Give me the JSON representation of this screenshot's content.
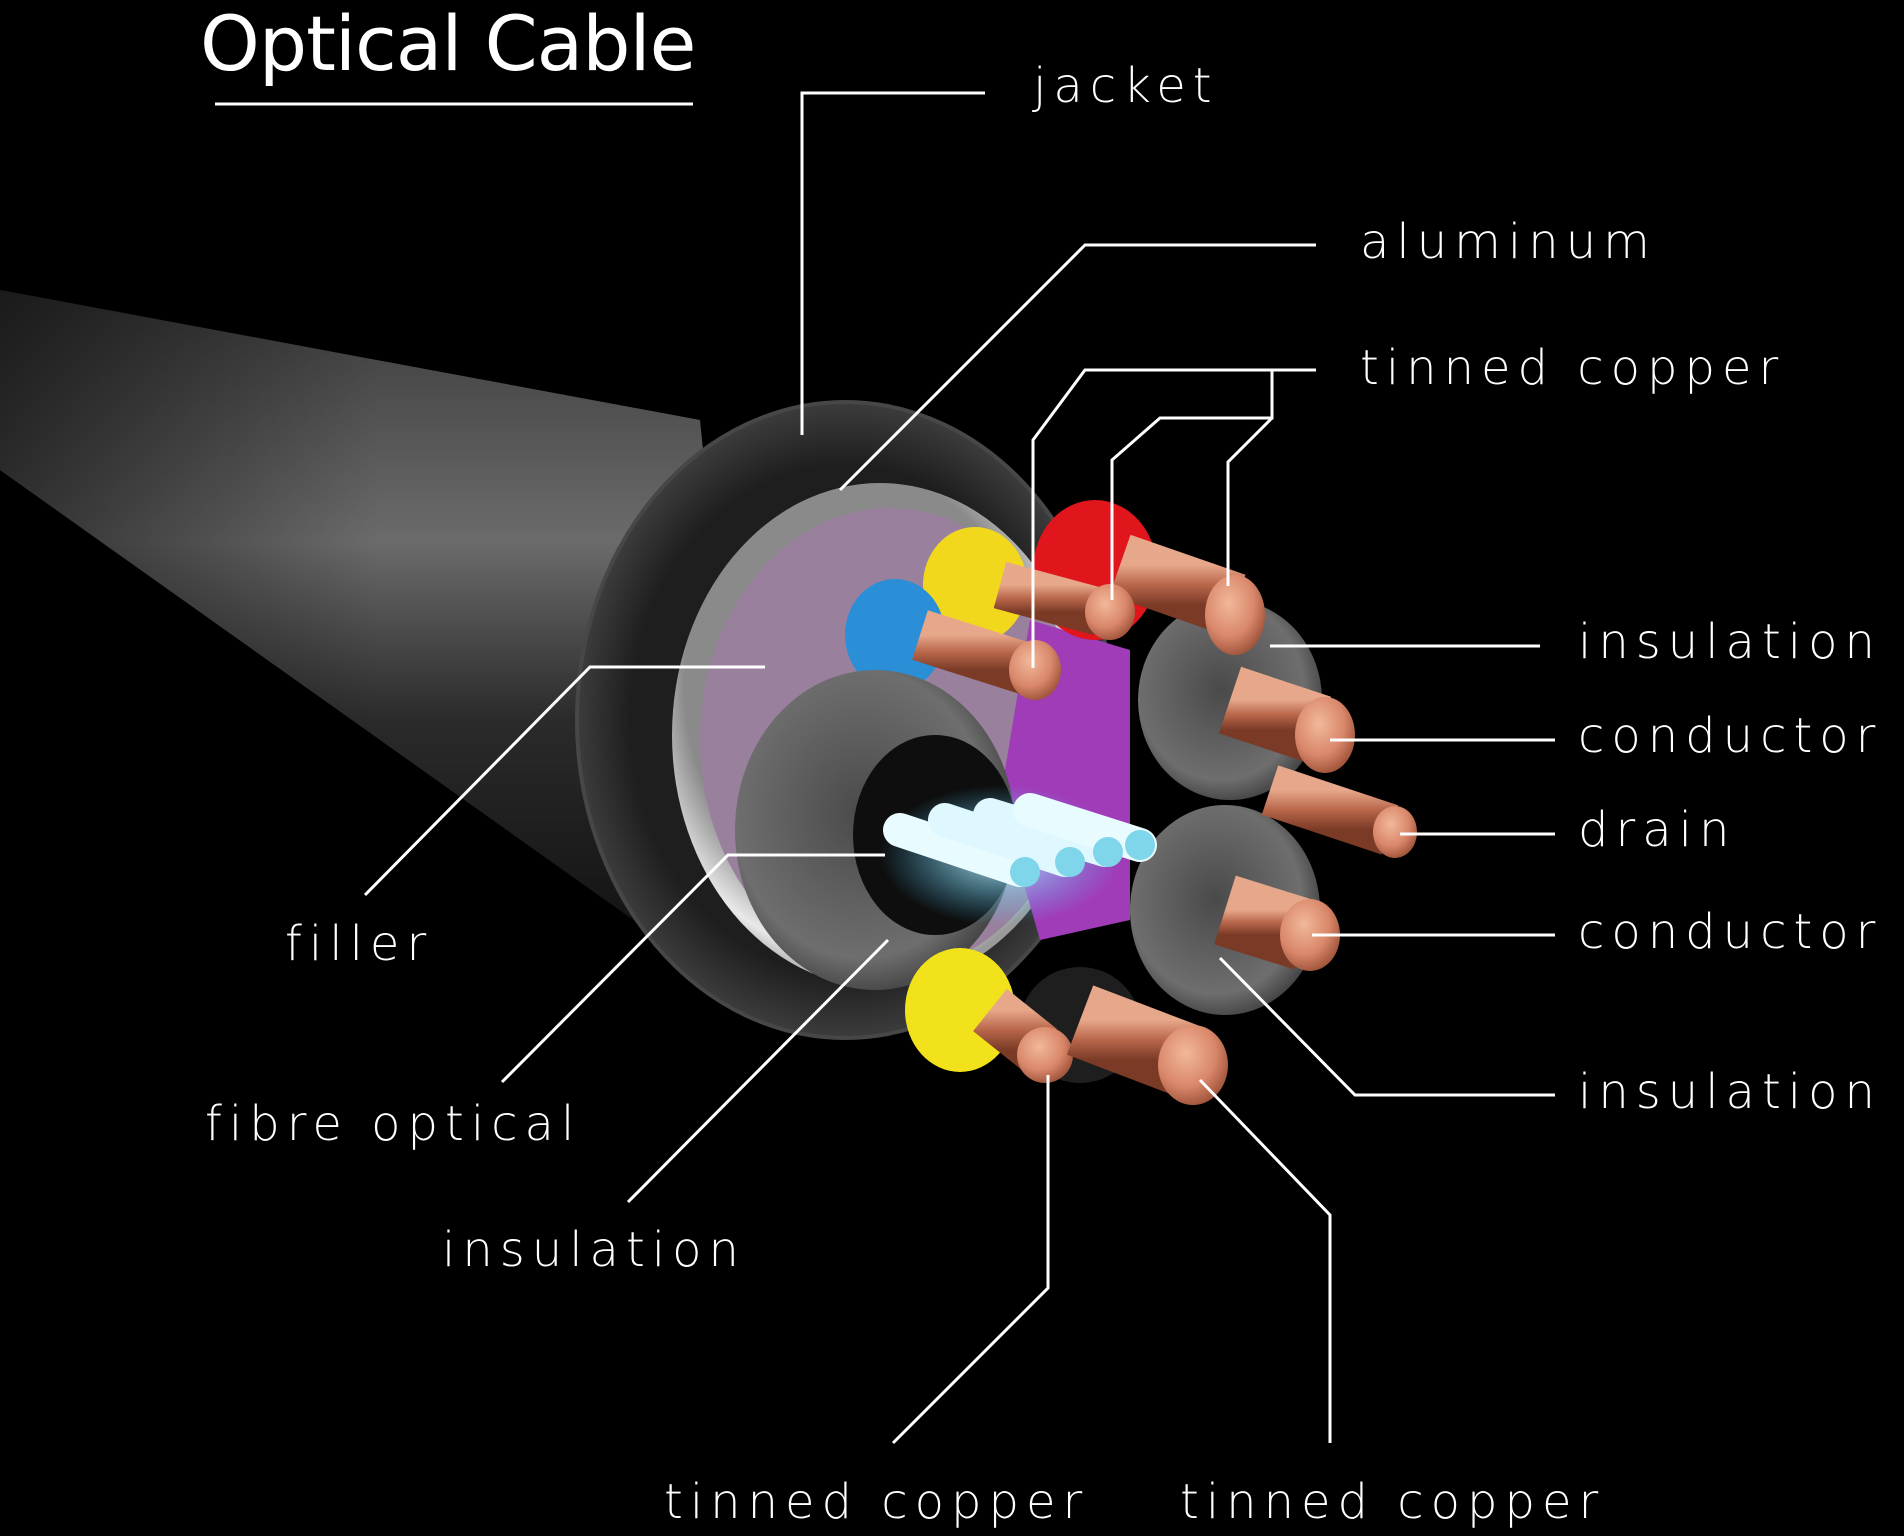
{
  "title": "Optical Cable",
  "colors": {
    "background": "#000000",
    "jacket": "#2a2a2a",
    "aluminum": "#cfcfcf",
    "copper": "#c9775a",
    "insulation_red": "#e0161c",
    "insulation_yellow": "#f2e21c",
    "insulation_blue": "#2a8fd6",
    "filler_purple": "#a13cb8",
    "fibre": "#bfefff",
    "leader_line": "#ffffff"
  },
  "labels": {
    "jacket": "jacket",
    "aluminum": "aluminum",
    "tinned_copper_top": "tinned copper",
    "insulation_right_top": "insulation",
    "conductor_upper": "conductor",
    "drain": "drain",
    "conductor_lower": "conductor",
    "insulation_right_bottom": "insulation",
    "filler": "filler",
    "fibre_optical": "fibre optical",
    "insulation_left_bottom": "insulation",
    "tinned_copper_bottom_left": "tinned copper",
    "tinned_copper_bottom_right": "tinned copper"
  }
}
